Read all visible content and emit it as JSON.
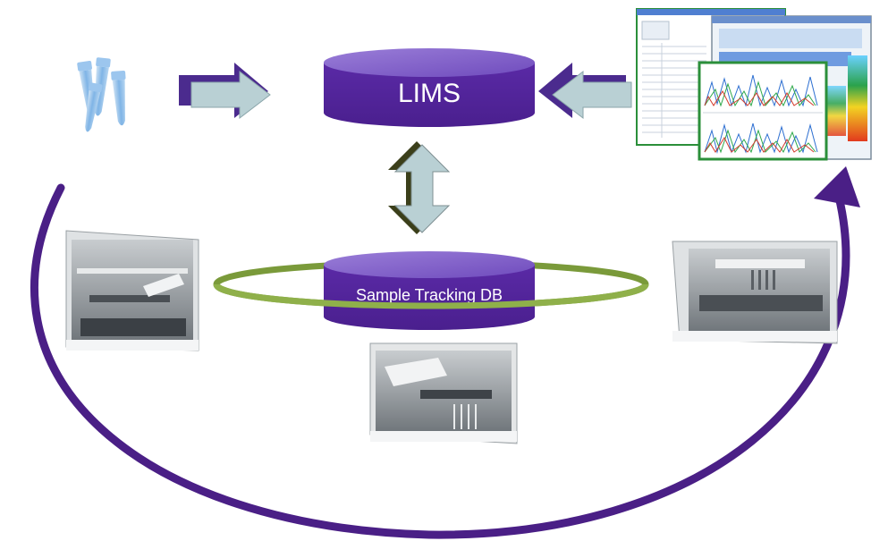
{
  "nodes": {
    "lims": {
      "label": "LIMS"
    },
    "tracking_db": {
      "label": "Sample Tracking DB"
    }
  },
  "icons": {
    "tubes": "sample-tubes-icon",
    "instrument_left": "liquid-handler-instrument-left",
    "instrument_center": "liquid-handler-instrument-center",
    "instrument_right": "liquid-handler-instrument-right",
    "software": "analysis-software-screenshot"
  },
  "colors": {
    "db_top": "#7f5fc9",
    "db_body": "#5b2ba8",
    "ring": "#7a9a3a",
    "cycle_arrow": "#4a1f86",
    "arrow_face": "#b9d0d4",
    "arrow_shadow": "#4b2b8e"
  }
}
